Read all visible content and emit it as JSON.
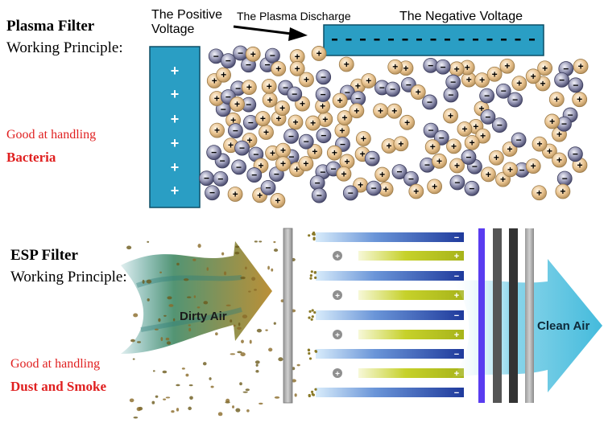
{
  "plasma": {
    "title": "Plasma Filter",
    "subtitle": "Working Principle:",
    "good_at": "Good at handling",
    "target": "Bacteria",
    "positive_voltage_line1": "The Positive",
    "positive_voltage_line2": "Voltage",
    "discharge_label": "The Plasma Discharge",
    "negative_voltage_label": "The Negative Voltage",
    "plus_symbol": "+",
    "minus_symbol": "−"
  },
  "esp": {
    "title": "ESP Filter",
    "subtitle": "Working Principle:",
    "good_at": "Good at handling",
    "target": "Dust and Smoke",
    "dirty_air_label": "Dirty Air",
    "clean_air_label": "Clean Air",
    "plus_symbol": "+",
    "minus_symbol": "−"
  },
  "colors": {
    "electrode_blue": "#2a9ec4",
    "positive_particle": "#e8c28e",
    "negative_particle": "#7d7e9e",
    "plate_negative": "#2c44a8",
    "plate_positive": "#c8d42a",
    "red_text": "#e02020"
  }
}
